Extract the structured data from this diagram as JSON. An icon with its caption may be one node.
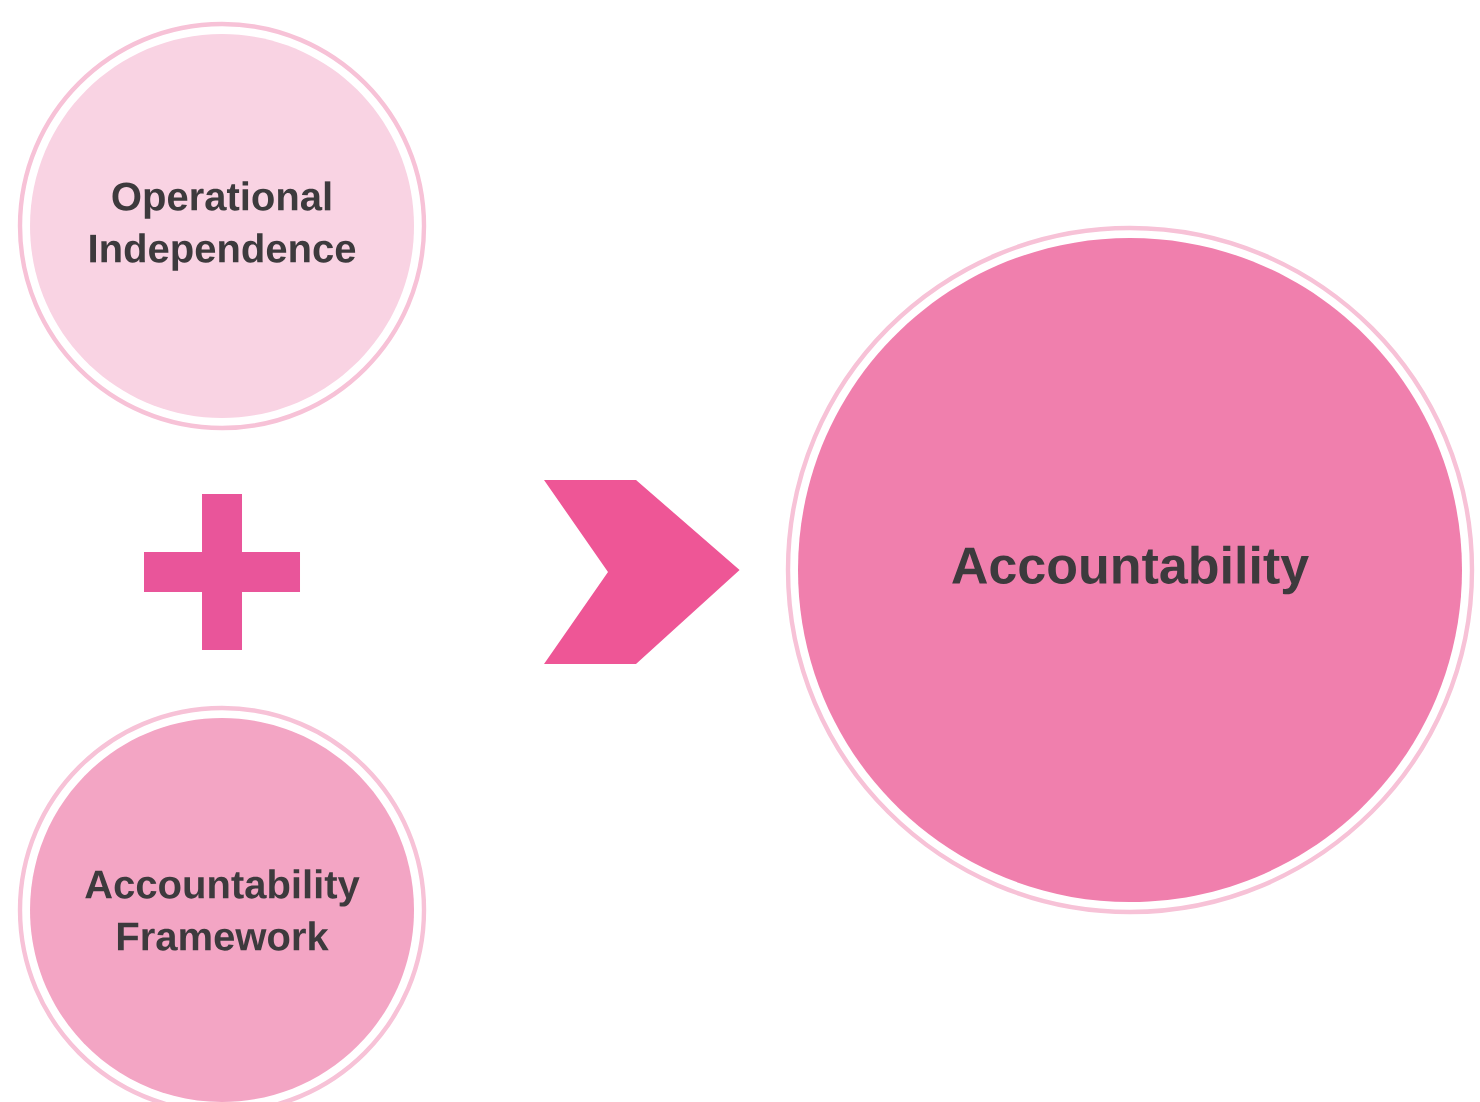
{
  "diagram": {
    "nodes": [
      {
        "text": [
          "Operational Independence"
        ]
      },
      {
        "text": [
          "Accountability Framework"
        ]
      },
      {
        "text": [
          "Accountability"
        ]
      }
    ],
    "edges": [
      {
        "from": null,
        "to": 2,
        "arrow": "to"
      }
    ]
  }
}
